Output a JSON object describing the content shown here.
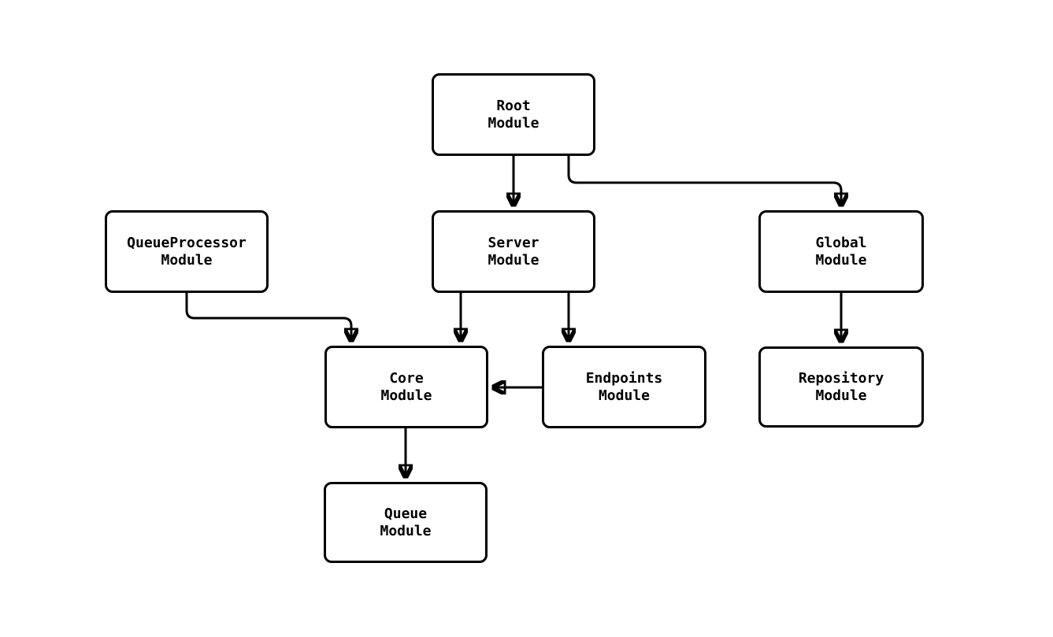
{
  "diagram": {
    "type": "module-dependency-graph",
    "background_color": "#ffffff",
    "node_fill_color": "#ffffff",
    "stroke_color": "#000000",
    "nodes": {
      "root": {
        "label": "Root\nModule"
      },
      "queue_processor": {
        "label": "QueueProcessor\nModule"
      },
      "server": {
        "label": "Server\nModule"
      },
      "global": {
        "label": "Global\nModule"
      },
      "core": {
        "label": "Core\nModule"
      },
      "endpoints": {
        "label": "Endpoints\nModule"
      },
      "repository": {
        "label": "Repository\nModule"
      },
      "queue": {
        "label": "Queue\nModule"
      }
    },
    "edges": [
      {
        "from": "Root Module",
        "to": "Server Module"
      },
      {
        "from": "Root Module",
        "to": "Global Module"
      },
      {
        "from": "QueueProcessor Module",
        "to": "Core Module"
      },
      {
        "from": "Server Module",
        "to": "Core Module"
      },
      {
        "from": "Server Module",
        "to": "Endpoints Module"
      },
      {
        "from": "Endpoints Module",
        "to": "Core Module"
      },
      {
        "from": "Global Module",
        "to": "Repository Module"
      },
      {
        "from": "Core Module",
        "to": "Queue Module"
      }
    ]
  }
}
